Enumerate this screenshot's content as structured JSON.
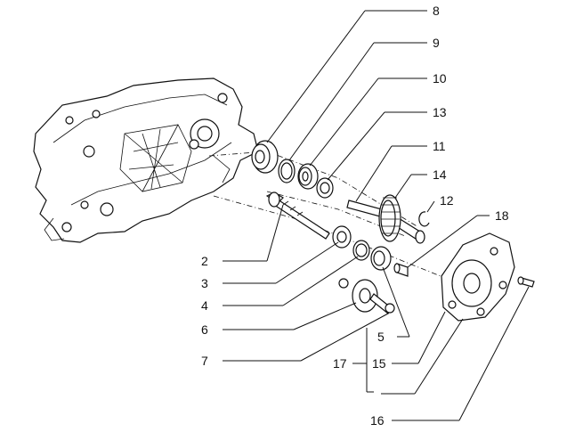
{
  "diagram": {
    "callouts": {
      "c1": "8",
      "c2": "9",
      "c3": "10",
      "c4": "13",
      "c5": "11",
      "c6": "14",
      "c7": "12",
      "c8": "18",
      "c9": "2",
      "c10": "3",
      "c11": "4",
      "c12": "6",
      "c13": "5",
      "c14": "7",
      "c15": "17",
      "c16": "15",
      "c17": "16"
    }
  }
}
